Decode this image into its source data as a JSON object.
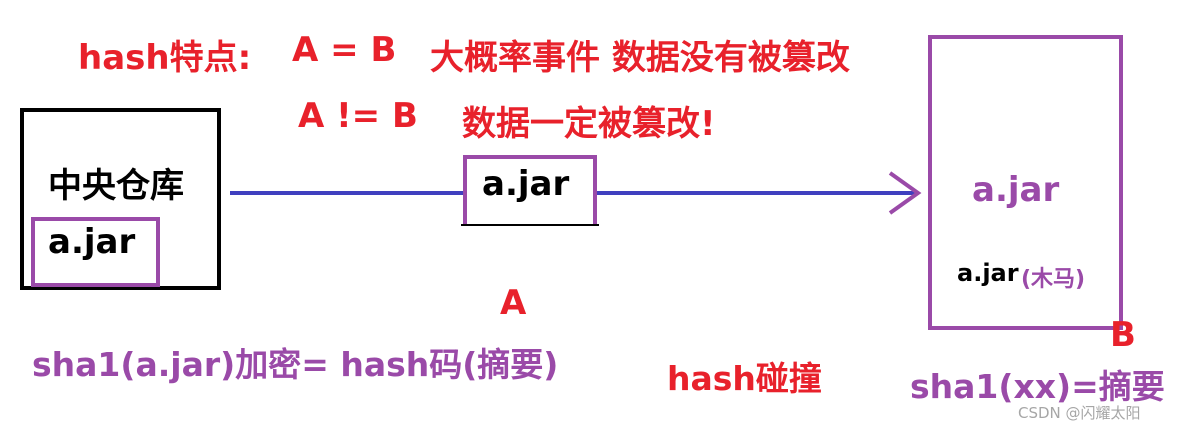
{
  "texts": {
    "line1_prefix": "hash特点:",
    "line1_eq": "A  =  B",
    "line1_meaning": "大概率事件 数据没有被篡改",
    "line2_neq": "A   != B",
    "line2_meaning": "数据一定被篡改!",
    "warehouse_title": "中央仓库",
    "warehouse_file": "a.jar",
    "transit_file": "a.jar",
    "label_a": "A",
    "dest_file": "a.jar",
    "dest_trojan_file": "a.jar",
    "dest_trojan_note": "(木马)",
    "label_b": "B",
    "sha_left": "sha1(a.jar)加密= hash码(摘要)",
    "hash_collision": "hash碰撞",
    "sha_right": "sha1(xx)=摘要",
    "watermark": "CSDN @闪耀太阳"
  },
  "colors": {
    "red": "#e8212b",
    "purple": "#9a4aa8",
    "arrow_blue": "#3f3fbf",
    "black": "#000000"
  }
}
